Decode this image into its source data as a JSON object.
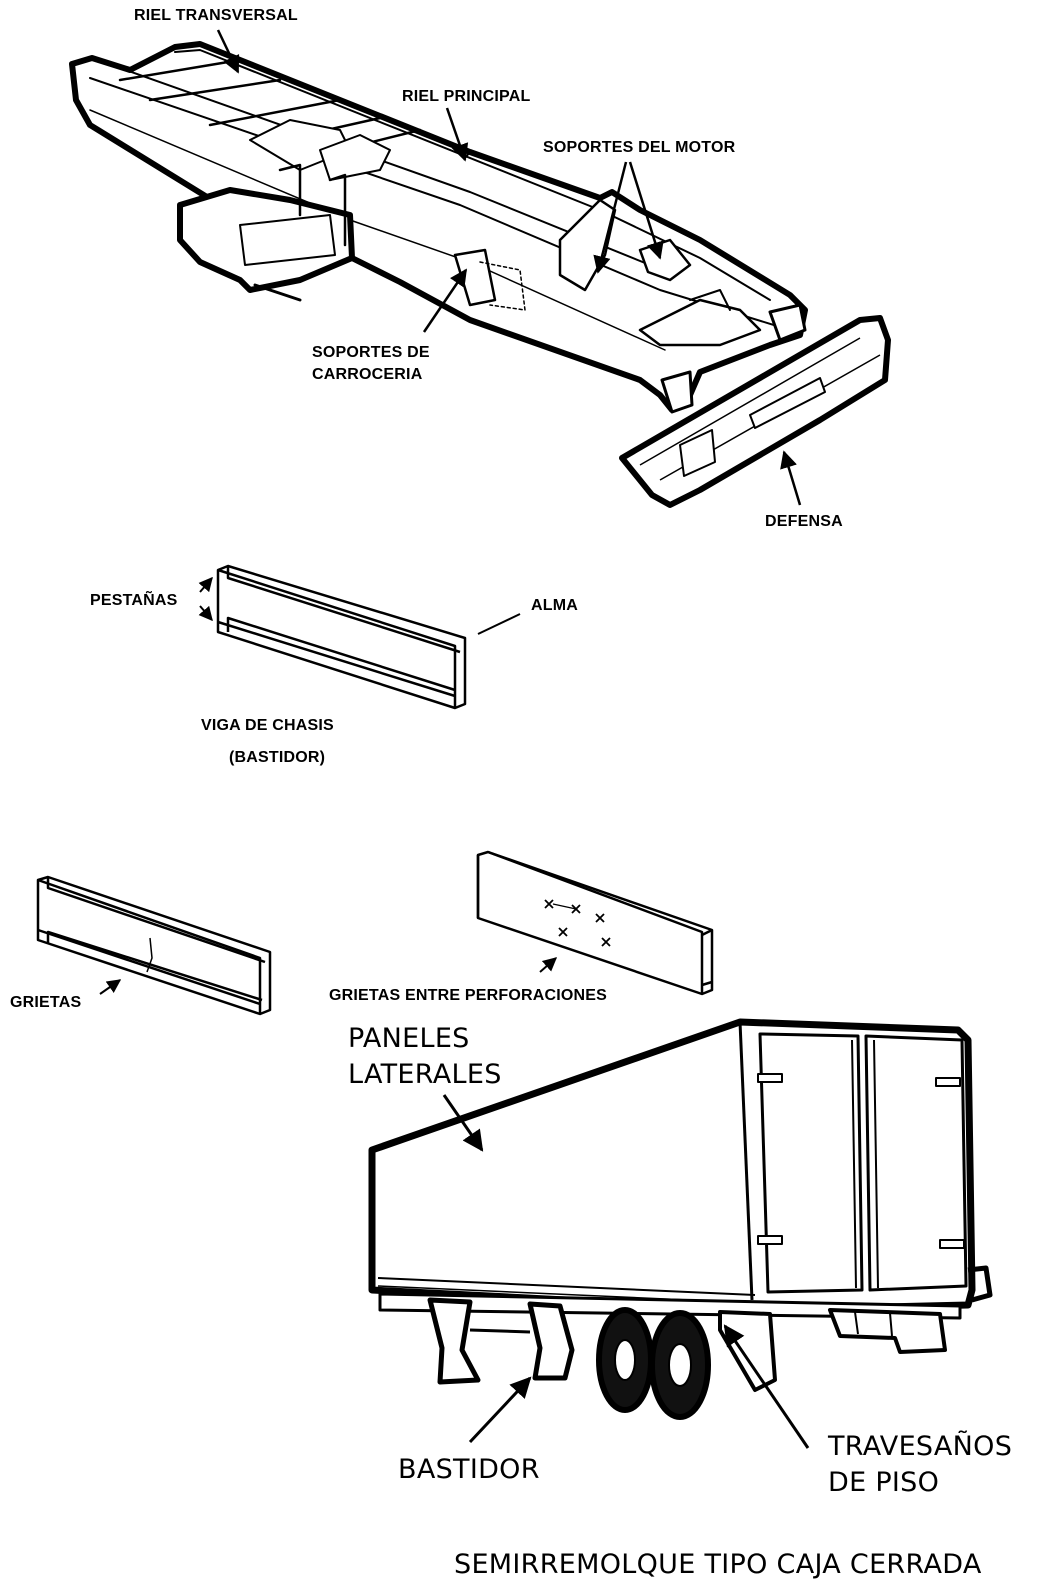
{
  "chassis": {
    "riel_transversal": "RIEL TRANSVERSAL",
    "riel_principal": "RIEL PRINCIPAL",
    "soportes_motor": "SOPORTES DEL MOTOR",
    "soportes_carroceria_1": "SOPORTES DE",
    "soportes_carroceria_2": "CARROCERIA",
    "defensa": "DEFENSA"
  },
  "beam": {
    "pestanas": "PESTAÑAS",
    "alma": "ALMA",
    "title_1": "VIGA  DE CHASIS",
    "title_2": "(BASTIDOR)"
  },
  "cracks": {
    "grietas": "GRIETAS",
    "grietas_perforaciones": "GRIETAS ENTRE PERFORACIONES"
  },
  "trailer": {
    "paneles_1": "PANELES",
    "paneles_2": "LATERALES",
    "bastidor": "BASTIDOR",
    "travesanos_1": "TRAVESAÑOS",
    "travesanos_2": "DE PISO",
    "title": "SEMIRREMOLQUE TIPO CAJA CERRADA"
  },
  "colors": {
    "ink": "#000000",
    "paper": "#ffffff"
  }
}
